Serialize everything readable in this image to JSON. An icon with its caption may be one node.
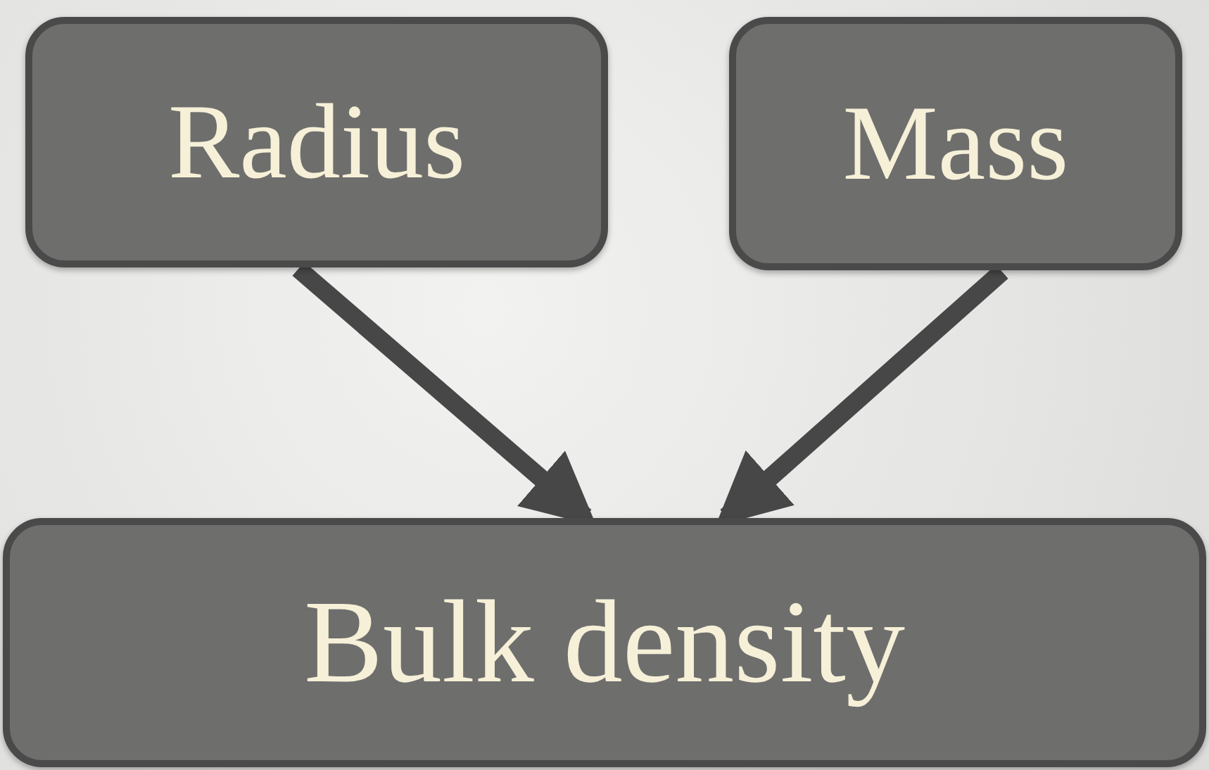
{
  "diagram": {
    "nodes": [
      {
        "text": [
          "Radius"
        ]
      },
      {
        "text": [
          "Mass"
        ]
      },
      {
        "text": [
          "Bulk density"
        ]
      }
    ],
    "edges": [
      {
        "from": 0,
        "to": 2,
        "arrow": "to"
      },
      {
        "from": 1,
        "to": 2,
        "arrow": "to"
      }
    ]
  }
}
